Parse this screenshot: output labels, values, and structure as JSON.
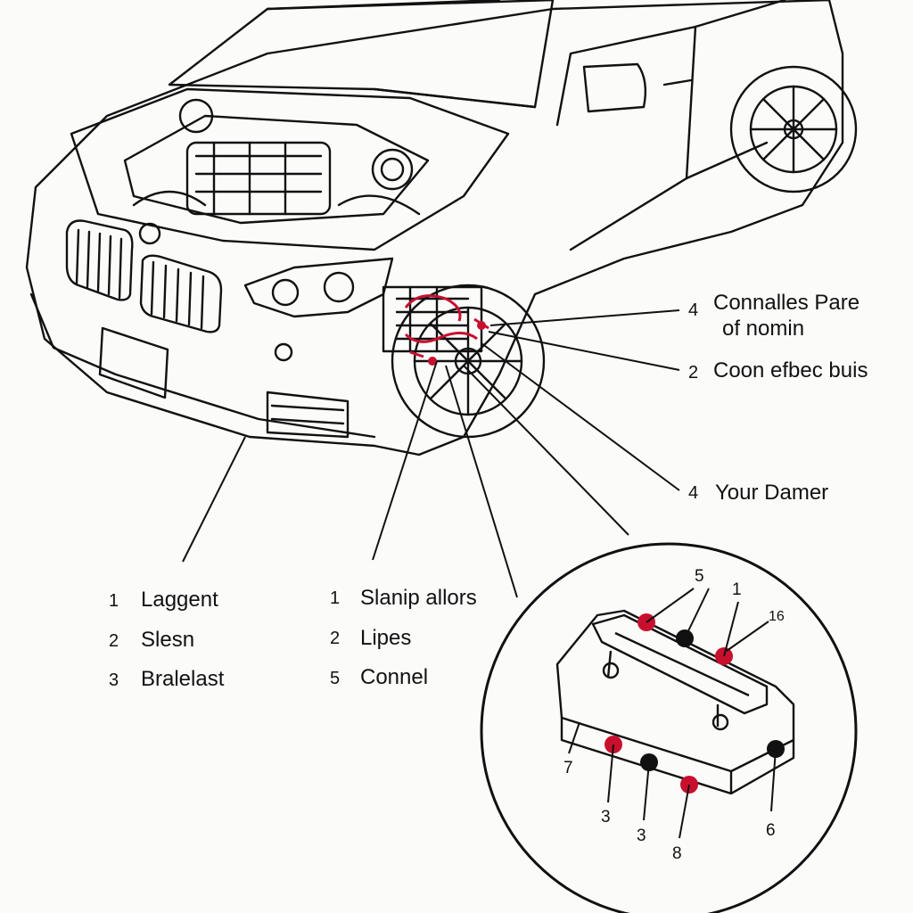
{
  "right_labels": [
    {
      "num": "4",
      "lines": [
        "Connalles Pare",
        "of nomin"
      ]
    },
    {
      "num": "2",
      "lines": [
        "Coon efbec buis"
      ]
    },
    {
      "num": "4",
      "lines": [
        "Your Damer"
      ]
    }
  ],
  "left_list": [
    {
      "num": "1",
      "text": "Laggent"
    },
    {
      "num": "2",
      "text": "Slesn"
    },
    {
      "num": "3",
      "text": "Bralelast"
    }
  ],
  "middle_list": [
    {
      "num": "1",
      "text": "Slanip allors"
    },
    {
      "num": "2",
      "text": "Lipes"
    },
    {
      "num": "5",
      "text": "Connel"
    }
  ],
  "inset_numbers": [
    "5",
    "1",
    "16",
    "7",
    "3",
    "3",
    "8",
    "6"
  ],
  "colors": {
    "line": "#111111",
    "accent": "#c8102e",
    "terminal_dark": "#111111",
    "background": "#fbfbfa"
  }
}
